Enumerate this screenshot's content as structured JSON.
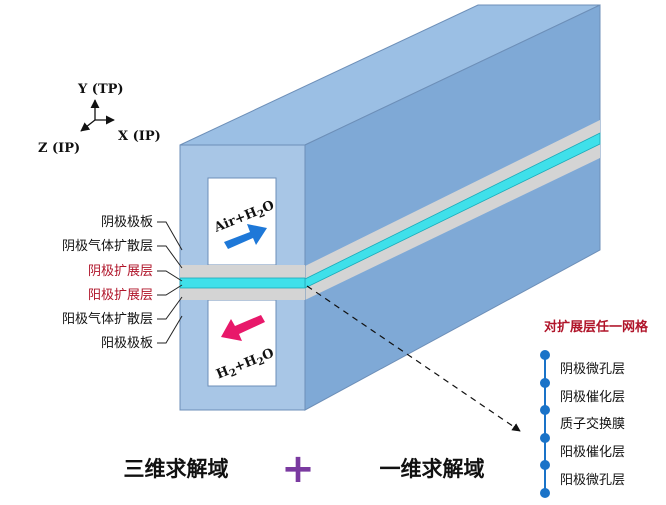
{
  "axes": {
    "y": "Y (TP)",
    "x": "X (IP)",
    "z": "Z (IP)"
  },
  "layers_left": [
    {
      "label": "阴极极板",
      "highlight": false
    },
    {
      "label": "阴极气体扩散层",
      "highlight": false
    },
    {
      "label": "阴极扩展层",
      "highlight": true
    },
    {
      "label": "阳极扩展层",
      "highlight": true
    },
    {
      "label": "阳极气体扩散层",
      "highlight": false
    },
    {
      "label": "阳极极板",
      "highlight": false
    }
  ],
  "flows": {
    "cathode": {
      "base": "Air+H",
      "sub": "2",
      "tail": "O"
    },
    "anode": {
      "h": "H",
      "sub1": "2",
      "mid": "+H",
      "sub2": "2",
      "tail": "O"
    }
  },
  "mesh": {
    "title": "对扩展层任一网格",
    "items": [
      "阴极微孔层",
      "阴极催化层",
      "质子交换膜",
      "阳极催化层",
      "阳极微孔层"
    ]
  },
  "bottom": {
    "left": "三维求解域",
    "plus": "+",
    "right": "一维求解域"
  },
  "colors": {
    "block_front": "#a8c6e6",
    "block_top": "#9bbfe4",
    "block_side": "#7fa9d6",
    "gray_layer": "#d4d4d4",
    "cyan_layer": "#3fe0ea",
    "red_label": "#b0152a",
    "purple": "#7a3aa0",
    "blue_arrow": "#1e78d8",
    "pink_arrow": "#e8186a",
    "dot": "#1a73c8"
  }
}
